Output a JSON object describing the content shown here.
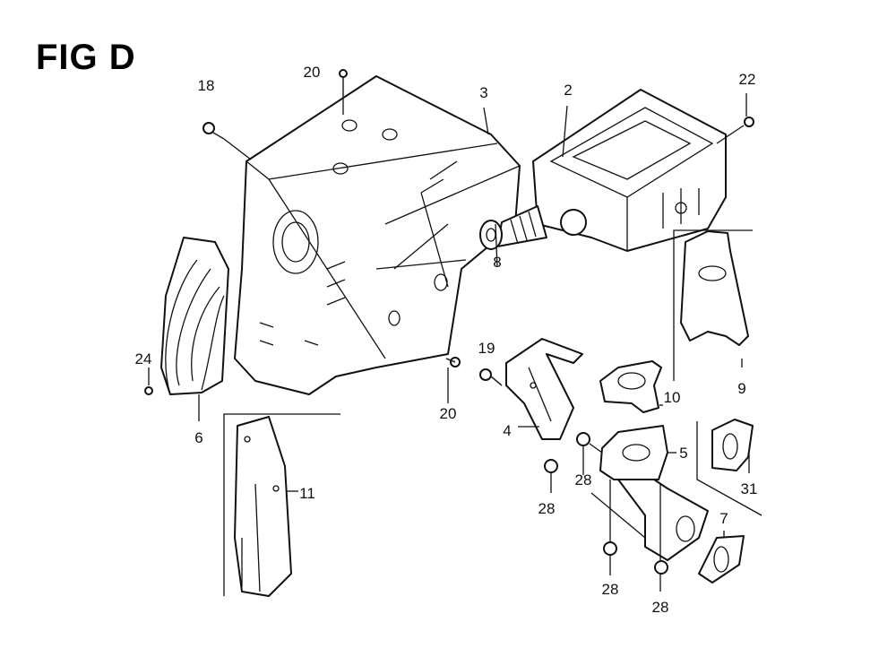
{
  "title": "FIG D",
  "callouts": {
    "c18": "18",
    "c20_top": "20",
    "c3": "3",
    "c2": "2",
    "c22": "22",
    "c8": "8",
    "c24": "24",
    "c6": "6",
    "c19": "19",
    "c20_bottom": "20",
    "c10": "10",
    "c9": "9",
    "c4": "4",
    "c5": "5",
    "c28_a": "28",
    "c28_b": "28",
    "c31": "31",
    "c11": "11",
    "c7": "7",
    "c28_c": "28",
    "c28_d": "28"
  }
}
